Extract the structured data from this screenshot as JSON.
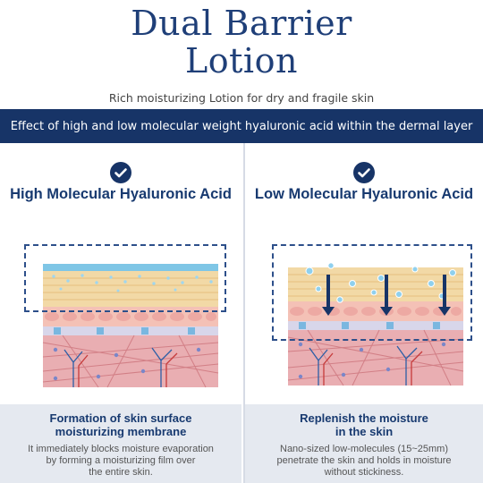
{
  "header": {
    "title_line1": "Dual Barrier",
    "title_line2": "Lotion",
    "subtitle": "Rich moisturizing Lotion for dry and fragile skin"
  },
  "banner": {
    "text": "Effect of high and low molecular weight hyaluronic acid within the dermal layer"
  },
  "left": {
    "heading": "High Molecular Hyaluronic Acid",
    "caption_title_line1": "Formation of skin surface",
    "caption_title_line2": "moisturizing membrane",
    "caption_desc_line1": "It immediately blocks moisture evaporation",
    "caption_desc_line2": "by forming a moisturizing film over",
    "caption_desc_line3": "the entire skin."
  },
  "right": {
    "heading": "Low Molecular Hyaluronic Acid",
    "caption_title_line1": "Replenish the moisture",
    "caption_title_line2": "in the skin",
    "caption_desc_line1": "Nano-sized low-molecules (15~25mm)",
    "caption_desc_line2": "penetrate the skin and holds in moisture",
    "caption_desc_line3": "without stickiness."
  },
  "colors": {
    "navy": "#173467",
    "heading": "#183a70",
    "panel_bg": "#e5e9f0",
    "skin_top": "#f2d9a6",
    "skin_mid": "#f4c1b6",
    "dermis": "#e9aeb2"
  },
  "icons": {
    "check": "check-circle-icon",
    "arrow": "arrow-down-icon"
  }
}
